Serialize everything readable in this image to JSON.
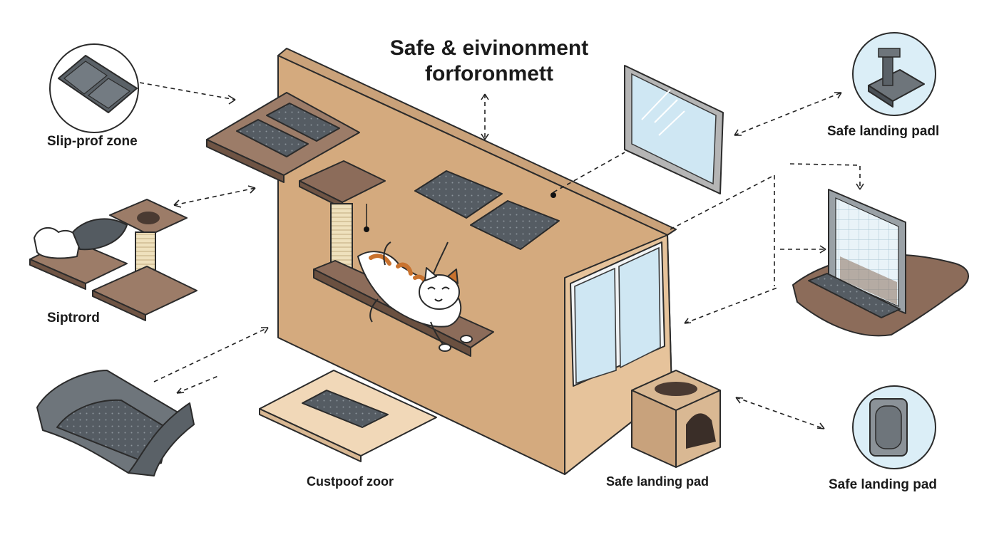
{
  "title": {
    "line1": "Safe & eivinonment",
    "line2": "forforonmett"
  },
  "labels": {
    "slip_zone": "Slip-prof zone",
    "siptrord": "Siptrord",
    "custpoof": "Custpoof zoor",
    "landing_center": "Safe landing pad",
    "landing_top_right": "Safe landing padl",
    "landing_bottom_right": "Safe landing pad"
  },
  "colors": {
    "wall_light": "#e8c9a5",
    "wall_front": "#d4aa7e",
    "wall_side": "#e2bd95",
    "shelf": "#8c6c5a",
    "mat": "#545b61",
    "glass": "#cfe7f3",
    "circle_bg": "#dbeef7",
    "cat_orange": "#c9722e"
  }
}
